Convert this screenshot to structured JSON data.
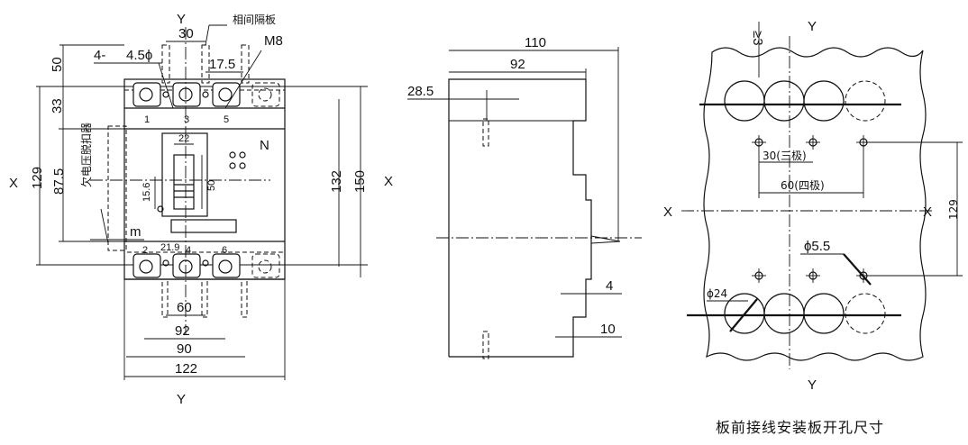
{
  "front_view": {
    "axis_x_left": "X",
    "axis_y_top": "Y",
    "axis_y_bottom": "Y",
    "dim_30": "30",
    "phase_barrier_label": "相间隔板",
    "dim_4_hole": "4-",
    "dim_4_5": "4.5ϕ",
    "dim_17_5": "17.5",
    "dim_m8": "M8",
    "dim_50_top": "50",
    "dim_33": "33",
    "dim_129": "129",
    "dim_87_5": "87.5",
    "undervoltage_label": "欠电压脱扣器",
    "dim_15_6": "15.6",
    "dim_22": "22",
    "dim_50_mid": "50",
    "neutral_label": "N",
    "dim_132": "132",
    "dim_150": "150",
    "dim_m": "m",
    "dim_21_9": "21.9",
    "dim_60": "60",
    "dim_92": "92",
    "dim_90": "90",
    "dim_122": "122",
    "terminals_top": [
      "1",
      "3",
      "5"
    ],
    "terminals_bottom": [
      "2",
      "4",
      "6"
    ]
  },
  "side_view": {
    "axis_x": "X",
    "dim_110": "110",
    "dim_92": "92",
    "dim_28_5": "28.5",
    "dim_4": "4",
    "dim_10": "10"
  },
  "cutout_view": {
    "axis_y_top": "Y",
    "axis_y_bottom": "Y",
    "axis_x_left": "X",
    "axis_x_right": "X",
    "dim_ge_3": "≥3",
    "dim_30_three_pole": "30(三极)",
    "dim_60_four_pole": "60(四极)",
    "dim_129": "129",
    "dim_phi_5_5": "ϕ5.5",
    "dim_phi_24": "ϕ24",
    "caption": "板前接线安装板开孔尺寸"
  }
}
